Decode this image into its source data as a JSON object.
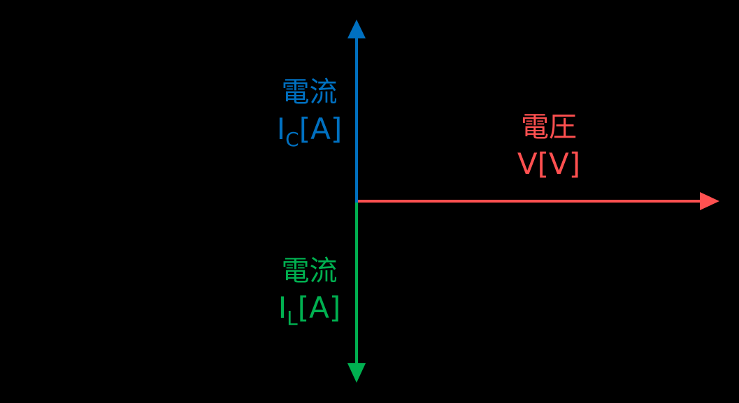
{
  "diagram": {
    "type": "phasor-axes",
    "colors": {
      "background": "#000000",
      "capacitor_current": "#0070C0",
      "inductor_current": "#00B050",
      "voltage": "#FF5050"
    },
    "axes": [
      {
        "id": "capacitor-current-axis",
        "direction": "up",
        "color": "#0070C0",
        "label_jp": "電流",
        "label_symbol": "I",
        "label_subscript": "C",
        "label_unit": "[A]"
      },
      {
        "id": "inductor-current-axis",
        "direction": "down",
        "color": "#00B050",
        "label_jp": "電流",
        "label_symbol": "I",
        "label_subscript": "L",
        "label_unit": "[A]"
      },
      {
        "id": "voltage-axis",
        "direction": "right",
        "color": "#FF5050",
        "label_jp": "電圧",
        "label_symbol": "V",
        "label_subscript": "",
        "label_unit": "[V]"
      }
    ]
  }
}
